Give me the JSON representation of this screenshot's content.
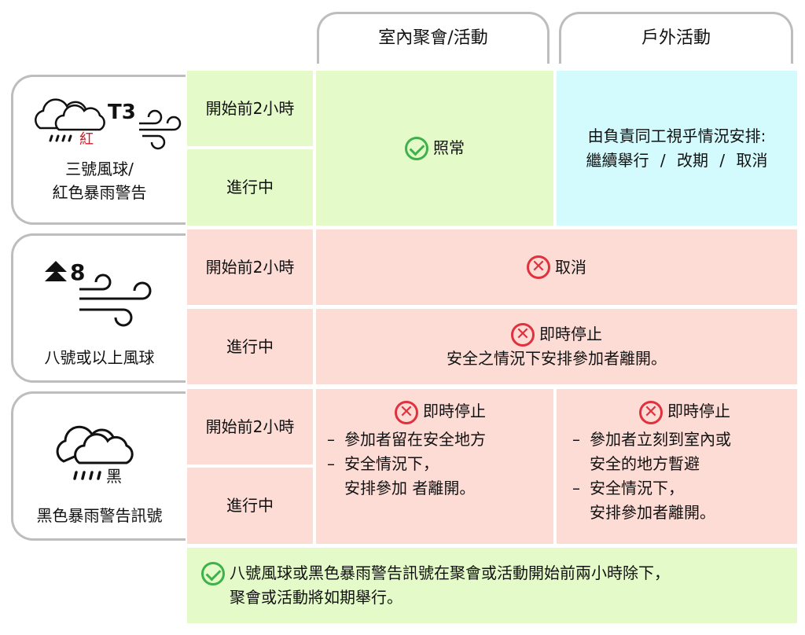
{
  "headers": {
    "indoor": "室內聚會/活動",
    "outdoor": "戶外活動"
  },
  "rows": [
    {
      "label_line1": "三號風球/",
      "label_line2": "紅色暴雨警告",
      "icon_text": "紅",
      "signal": "T3",
      "before": "開始前2小時",
      "during": "進行中"
    },
    {
      "label": "八號或以上風球",
      "signal": "8",
      "before": "開始前2小時",
      "during": "進行中"
    },
    {
      "label": "黑色暴雨警告訊號",
      "icon_text": "黑",
      "before": "開始前2小時",
      "during": "進行中"
    }
  ],
  "cells": {
    "r1_indoor": "照常",
    "r1_outdoor_line1": "由負責同工視乎情況安排:",
    "r1_outdoor_line2": "繼續舉行 / 改期 / 取消",
    "r2_before": "取消",
    "r2_during_title": "即時停止",
    "r2_during_text": "安全之情況下安排參加者離開。",
    "r3_indoor_title": "即時停止",
    "r3_indoor_items": [
      "參加者留在安全地方",
      "安全情況下，"
    ],
    "r3_indoor_cont": "安排參加 者離開。",
    "r3_outdoor_title": "即時停止",
    "r3_outdoor_item1": "參加者立刻到室內或",
    "r3_outdoor_item1_cont": "安全的地方暫避",
    "r3_outdoor_item2": "安全情況下，",
    "r3_outdoor_item2_cont": "安排參加者離開。"
  },
  "footer": {
    "line1": "八號風球或黑色暴雨警告訊號在聚會或活動開始前兩小時除下，",
    "line2": "聚會或活動將如期舉行。"
  },
  "colors": {
    "green": "#e4fac8",
    "blue": "#d3fafd",
    "pink": "#fddcd6",
    "ok": "#3db24a",
    "cancel": "#e0313d"
  }
}
